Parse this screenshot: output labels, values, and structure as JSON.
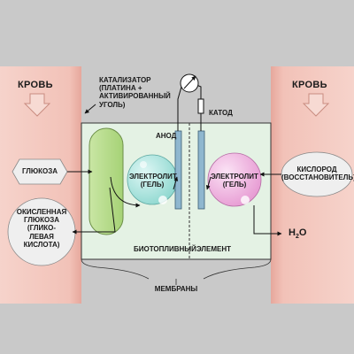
{
  "labels": {
    "blood_left": "КРОВЬ",
    "blood_right": "КРОВЬ",
    "catalyst": "КАТАЛИЗАТОР\n(ПЛАТИНА +\nАКТИВИРОВАННЫЙ\nУГОЛЬ)",
    "anode": "АНОД",
    "cathode": "КАТОД",
    "glucose": "ГЛЮКОЗА",
    "oxidized_glucose": "ОКИСЛЕННАЯ\nГЛЮКОЗА\n(ГЛИКО-\nЛЕВАЯ\nКИСЛОТА)",
    "electrolyte_left": "ЭЛЕКТРОЛИТ\n(ГЕЛЬ)",
    "electrolyte_right": "ЭЛЕКТРОЛИТ\n(ГЕЛЬ)",
    "oxygen": "КИСЛОРОД\n(ВОССТАНОВИТЕЛЬ)",
    "water_main": "H",
    "water_sub": "2",
    "water_tail": "O",
    "biofuel_left": "БИОТОПЛИВНЫЙ",
    "biofuel_right": "ЭЛЕМЕНТ",
    "membranes": "МЕМБРАНЫ"
  },
  "colors": {
    "background": "#c9c9c9",
    "blood": "#f4c6bd",
    "blood_edge": "#eab0a6",
    "cell": "#e4f2e4",
    "catalyst": "#b9dc8c",
    "electrolyte_left": "#a9e6e0",
    "electrolyte_right": "#f2b6e4",
    "electrode": "#8fb7cf",
    "shape_fill": "#efefef",
    "line": "#111111"
  },
  "icons": [
    "down-arrow-icon",
    "meter-icon",
    "resistor-icon"
  ]
}
